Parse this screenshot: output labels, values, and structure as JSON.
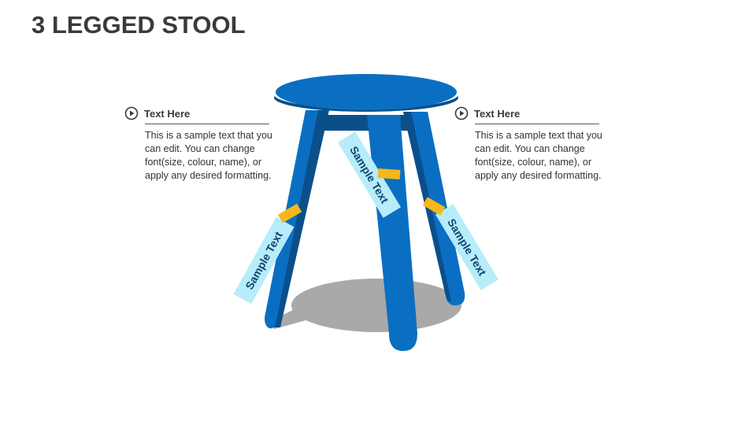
{
  "title": "3 LEGGED STOOL",
  "callouts": [
    {
      "heading": "Text Here",
      "body": "This is a sample text that you can edit. You can change font(size, colour, name), or apply any desired formatting.",
      "icon": "play-circle-icon"
    },
    {
      "heading": "Text Here",
      "body": "This is a sample text that you can edit. You can change font(size, colour, name), or apply any desired formatting.",
      "icon": "play-circle-icon"
    }
  ],
  "tags": [
    {
      "label": "Sample Text"
    },
    {
      "label": "Sample Text"
    },
    {
      "label": "Sample Text"
    }
  ],
  "colors": {
    "stool_blue": "#0a6fc2",
    "stool_dark": "#0b4f8a",
    "tag_fill": "#b7ecfb",
    "tape": "#f7b718",
    "shadow": "#a9a9a9"
  }
}
